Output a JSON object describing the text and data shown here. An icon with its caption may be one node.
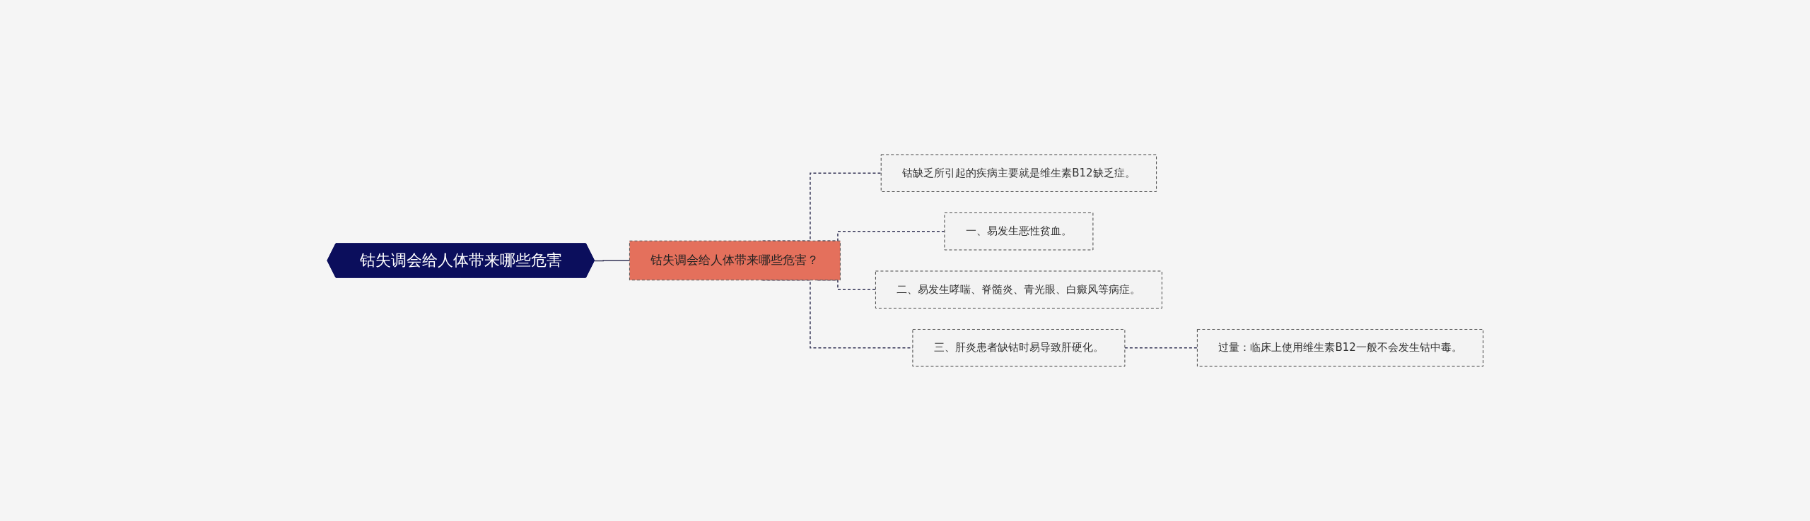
{
  "diagram": {
    "nodes": [
      {
        "text": [
          "钴失调会给人体带来哪些危害"
        ]
      },
      {
        "text": [
          "钴失调会给人体带来哪些危害？"
        ]
      },
      {
        "text": [
          "钴缺乏所引起的疾病主要就是维生素B12缺乏症。"
        ]
      },
      {
        "text": [
          "一、易发生恶性贫血。"
        ]
      },
      {
        "text": [
          "二、易发生哮喘、脊髓炎、青光眼、白癜风等病症。"
        ]
      },
      {
        "text": [
          "三、肝炎患者缺钴时易导致肝硬化。"
        ]
      },
      {
        "text": [
          "过量：临床上使用维生素B12一般不会发生钴中毒。"
        ]
      }
    ],
    "edges": [
      {
        "from": 0,
        "to": 1,
        "arrow": "none"
      },
      {
        "from": 1,
        "to": 2,
        "arrow": "none",
        "style": "dashed"
      },
      {
        "from": 1,
        "to": 3,
        "arrow": "none",
        "style": "dashed"
      },
      {
        "from": 1,
        "to": 4,
        "arrow": "none",
        "style": "dashed"
      },
      {
        "from": 1,
        "to": 5,
        "arrow": "none",
        "style": "dashed"
      },
      {
        "from": 5,
        "to": 6,
        "arrow": "none",
        "style": "dashed"
      }
    ]
  }
}
